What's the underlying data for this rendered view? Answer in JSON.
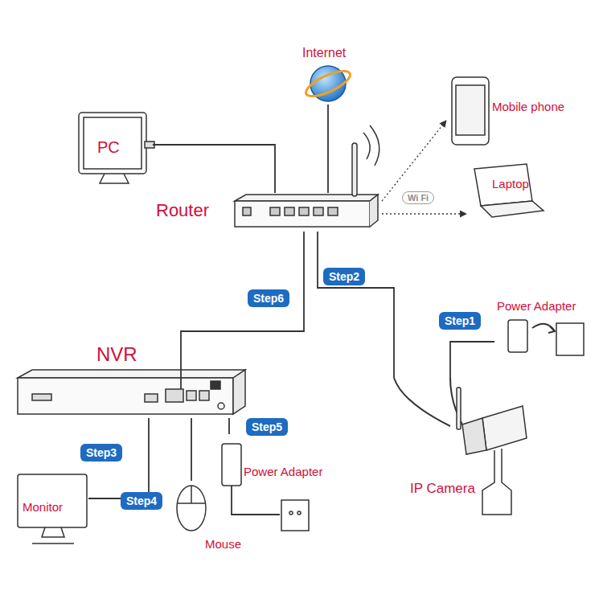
{
  "diagram": {
    "nodes": [
      {
        "text": [
          "Internet"
        ]
      },
      {
        "text": [
          "PC"
        ]
      },
      {
        "text": [
          "Router"
        ]
      },
      {
        "text": [
          "Mobile phone"
        ]
      },
      {
        "text": [
          "Laptop"
        ]
      },
      {
        "text": [
          "Power Adapter"
        ]
      },
      {
        "text": [
          "IP Camera"
        ]
      },
      {
        "text": [
          "NVR"
        ]
      },
      {
        "text": [
          "Monitor"
        ]
      },
      {
        "text": [
          "Mouse"
        ]
      },
      {
        "text": [
          "Power Adapter"
        ]
      }
    ],
    "edges": [
      {
        "from": 0,
        "to": 2,
        "arrow": "none"
      },
      {
        "from": 1,
        "to": 2,
        "arrow": "none"
      },
      {
        "from": 2,
        "to": 3,
        "arrow": "to"
      },
      {
        "from": 2,
        "to": 4,
        "arrow": "to"
      },
      {
        "from": 2,
        "to": 6,
        "label": "Step2",
        "arrow": "none"
      },
      {
        "from": 5,
        "to": 6,
        "label": "Step1",
        "arrow": "none"
      },
      {
        "from": 7,
        "to": 2,
        "label": "Step6",
        "arrow": "none"
      },
      {
        "from": 7,
        "to": 8,
        "label": "Step3",
        "arrow": "none"
      },
      {
        "from": 7,
        "to": 9,
        "label": "Step4",
        "arrow": "none"
      },
      {
        "from": 7,
        "to": 10,
        "label": "Step5",
        "arrow": "none"
      }
    ],
    "labels": [
      "Wi Fi"
    ]
  }
}
